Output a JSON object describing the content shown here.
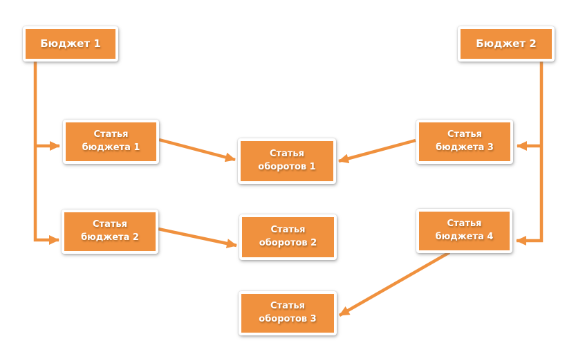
{
  "diagram": {
    "colors": {
      "box_fill": "#F0913E",
      "box_border": "#FFFFFF",
      "connector": "#F0913E",
      "text": "#FFFFFF",
      "background": "#FFFFFF"
    },
    "nodes": {
      "budget1": {
        "label": "Бюджет 1"
      },
      "budget2": {
        "label": "Бюджет 2"
      },
      "budget_article1": {
        "label": "Статья бюджета 1"
      },
      "budget_article2": {
        "label": "Статья бюджета 2"
      },
      "budget_article3": {
        "label": "Статья бюджета 3"
      },
      "budget_article4": {
        "label": "Статья бюджета 4"
      },
      "turnover_article1": {
        "label": "Статья оборотов 1"
      },
      "turnover_article2": {
        "label": "Статья оборотов 2"
      },
      "turnover_article3": {
        "label": "Статья оборотов 3"
      }
    },
    "edges": [
      {
        "from": "budget1",
        "to": "budget_article1"
      },
      {
        "from": "budget1",
        "to": "budget_article2"
      },
      {
        "from": "budget2",
        "to": "budget_article3"
      },
      {
        "from": "budget2",
        "to": "budget_article4"
      },
      {
        "from": "budget_article1",
        "to": "turnover_article1"
      },
      {
        "from": "budget_article3",
        "to": "turnover_article1"
      },
      {
        "from": "budget_article2",
        "to": "turnover_article2"
      },
      {
        "from": "budget_article4",
        "to": "turnover_article3"
      }
    ]
  }
}
